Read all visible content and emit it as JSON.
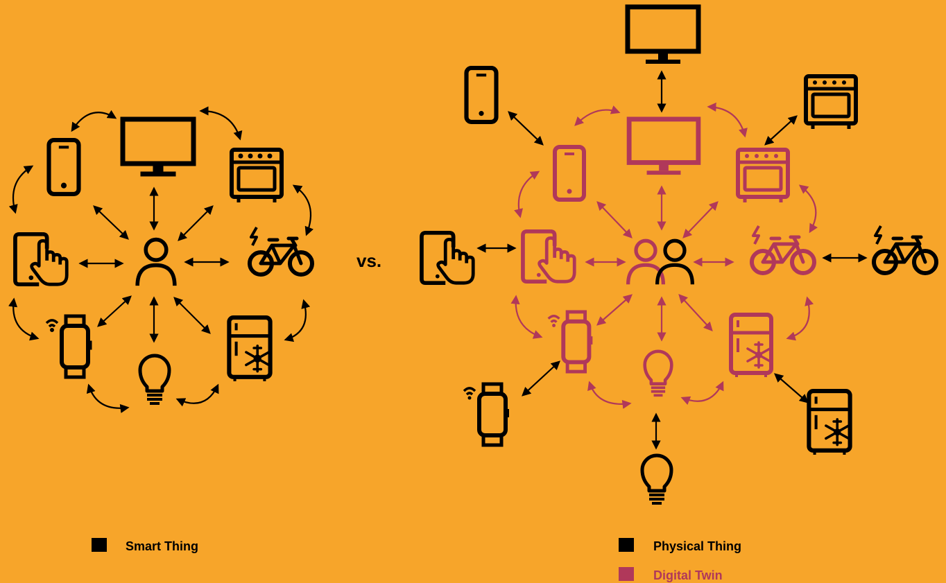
{
  "vs_label": "vs.",
  "legend": {
    "smart_thing": "Smart Thing",
    "physical_thing": "Physical Thing",
    "digital_twin": "Digital Twin"
  },
  "colors": {
    "background": "#F7A52A",
    "physical": "#000000",
    "digital_twin": "#B0385A"
  },
  "icons": [
    "tv-icon",
    "smartphone-icon",
    "oven-icon",
    "tablet-touch-icon",
    "e-bike-icon",
    "smartwatch-wifi-icon",
    "lightbulb-icon",
    "fridge-icon",
    "person-icon",
    "people-icon"
  ]
}
